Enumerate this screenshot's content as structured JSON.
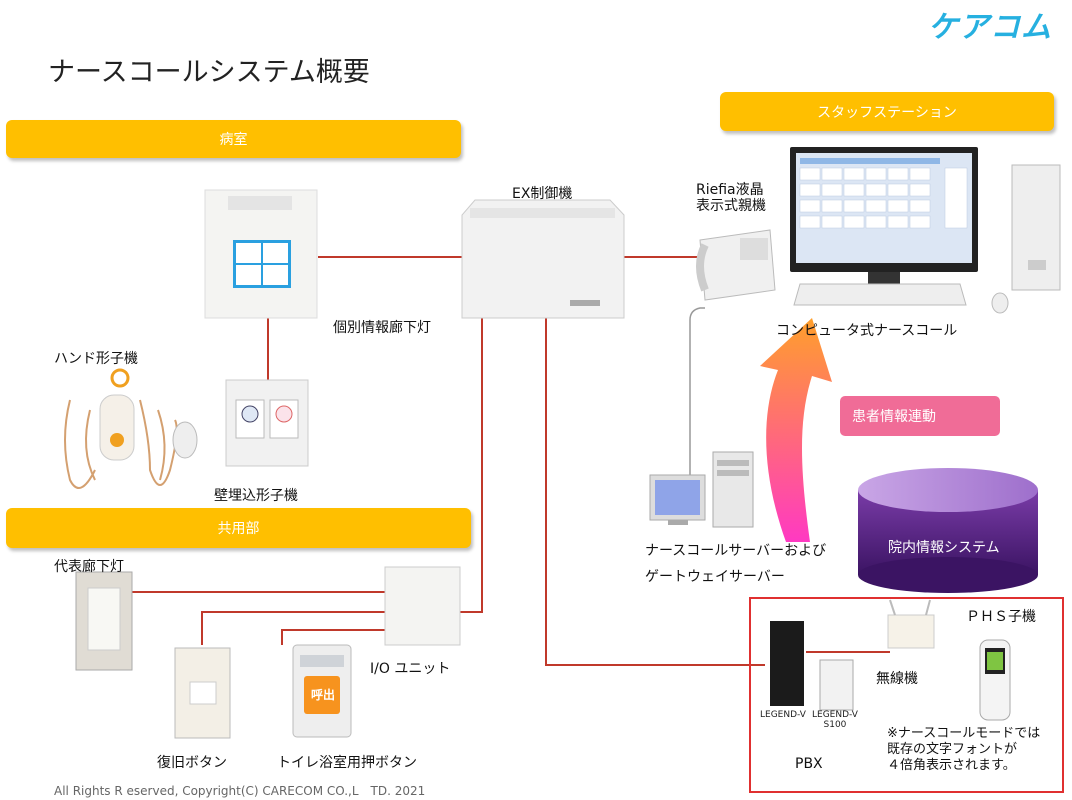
{
  "header": {
    "logo_text": "ケアコム",
    "title": "ナースコールシステム概要"
  },
  "sections": {
    "patient_room": "病室",
    "common_area": "共用部",
    "staff_station": "スタッフステーション"
  },
  "labels": {
    "ex_controller": "EX制御機",
    "corridor_light_individual": "個別情報廊下灯",
    "hand_handset": "ハンド形子機",
    "wall_handset": "壁埋込形子機",
    "riefia_line1": "Riefia液晶",
    "riefia_line2": "表示式親機",
    "computer_nurse_call": "コンピュータ式ナースコール",
    "patient_info_link": "患者情報連動",
    "server_line1": "ナースコールサーバーおよび",
    "server_line2": "ゲートウェイサーバー",
    "hospital_info_system": "院内情報システム",
    "corridor_light_rep": "代表廊下灯",
    "io_unit": "I/O ユニット",
    "reset_button": "復旧ボタン",
    "toilet_button": "トイレ浴室用押ボタン",
    "phs_handset": "ＰＨＳ子機",
    "wireless": "無線機",
    "legend_v": "LEGEND-V",
    "legend_v_s100_line1": "LEGEND-V",
    "legend_v_s100_line2": "S100",
    "pbx": "PBX",
    "note_line1": "※ナースコールモードでは",
    "note_line2": "既存の文字フォントが",
    "note_line3": "４倍角表示されます。",
    "toilet_button_face": "呼出"
  },
  "footer": "All Rights R eserved, Copyright(C) CARECOM CO.,L　TD. 2021",
  "colors": {
    "band": "#ffbf00",
    "wire": "#c0392b",
    "pink_button": "#f06c97",
    "hospital_db": "#5b2a86",
    "logo": "#26b0e0",
    "red_box": "#e03030"
  }
}
